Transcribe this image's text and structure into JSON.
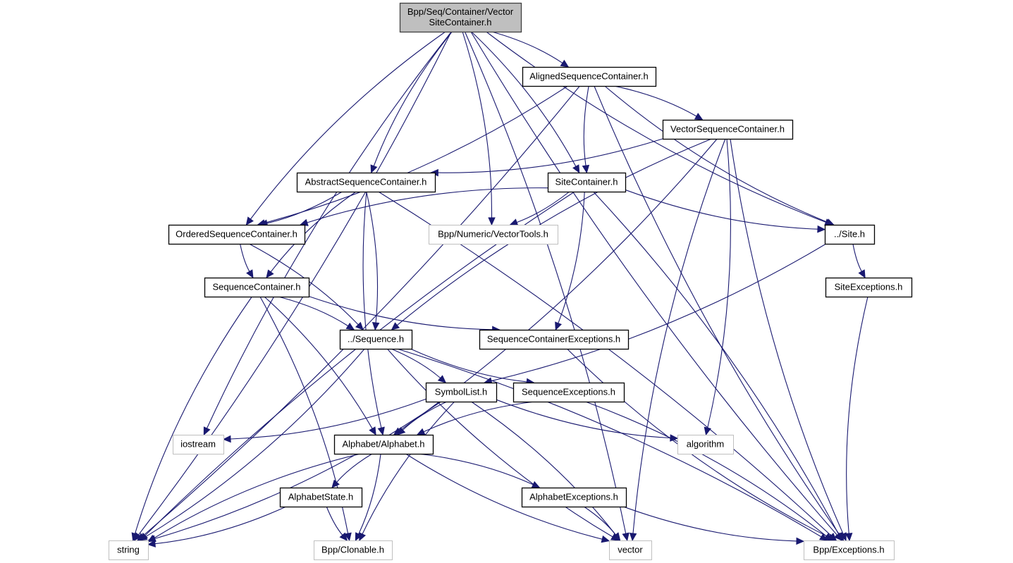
{
  "title": "Include dependency graph for Bpp/Seq/Container/VectorSiteContainer.h",
  "colors": {
    "edge": "#191970",
    "root_fill": "#bfbfbf",
    "root_border": "#404040",
    "internal_border": "#000000",
    "external_border": "#bfbfbf",
    "fill": "#ffffff"
  },
  "nodes": [
    {
      "id": "root",
      "lines": [
        "Bpp/Seq/Container/Vector",
        "SiteContainer.h"
      ],
      "kind": "root"
    },
    {
      "id": "aligned",
      "lines": [
        "AlignedSequenceContainer.h"
      ],
      "kind": "internal"
    },
    {
      "id": "vecseq",
      "lines": [
        "VectorSequenceContainer.h"
      ],
      "kind": "internal"
    },
    {
      "id": "abstract",
      "lines": [
        "AbstractSequenceContainer.h"
      ],
      "kind": "internal"
    },
    {
      "id": "sitecont",
      "lines": [
        "SiteContainer.h"
      ],
      "kind": "internal"
    },
    {
      "id": "ordered",
      "lines": [
        "OrderedSequenceContainer.h"
      ],
      "kind": "internal"
    },
    {
      "id": "vectools",
      "lines": [
        "Bpp/Numeric/VectorTools.h"
      ],
      "kind": "external"
    },
    {
      "id": "site",
      "lines": [
        "../Site.h"
      ],
      "kind": "internal"
    },
    {
      "id": "seqcont",
      "lines": [
        "SequenceContainer.h"
      ],
      "kind": "internal"
    },
    {
      "id": "siteexc",
      "lines": [
        "SiteExceptions.h"
      ],
      "kind": "internal"
    },
    {
      "id": "sequence",
      "lines": [
        "../Sequence.h"
      ],
      "kind": "internal"
    },
    {
      "id": "seqcontexc",
      "lines": [
        "SequenceContainerExceptions.h"
      ],
      "kind": "internal"
    },
    {
      "id": "symbollist",
      "lines": [
        "SymbolList.h"
      ],
      "kind": "internal"
    },
    {
      "id": "seqexc",
      "lines": [
        "SequenceExceptions.h"
      ],
      "kind": "internal"
    },
    {
      "id": "iostream",
      "lines": [
        "iostream"
      ],
      "kind": "external"
    },
    {
      "id": "alphabet",
      "lines": [
        "Alphabet/Alphabet.h"
      ],
      "kind": "internal"
    },
    {
      "id": "algorithm",
      "lines": [
        "algorithm"
      ],
      "kind": "external"
    },
    {
      "id": "alphstate",
      "lines": [
        "AlphabetState.h"
      ],
      "kind": "internal"
    },
    {
      "id": "alphexc",
      "lines": [
        "AlphabetExceptions.h"
      ],
      "kind": "internal"
    },
    {
      "id": "string",
      "lines": [
        "string"
      ],
      "kind": "external"
    },
    {
      "id": "clonable",
      "lines": [
        "Bpp/Clonable.h"
      ],
      "kind": "external"
    },
    {
      "id": "vector",
      "lines": [
        "vector"
      ],
      "kind": "external"
    },
    {
      "id": "exceptions",
      "lines": [
        "Bpp/Exceptions.h"
      ],
      "kind": "external"
    }
  ],
  "edges": [
    [
      "root",
      "aligned"
    ],
    [
      "root",
      "abstract"
    ],
    [
      "root",
      "sitecont"
    ],
    [
      "root",
      "ordered"
    ],
    [
      "root",
      "vectools"
    ],
    [
      "root",
      "site"
    ],
    [
      "root",
      "string"
    ],
    [
      "root",
      "iostream"
    ],
    [
      "root",
      "vector"
    ],
    [
      "root",
      "exceptions"
    ],
    [
      "aligned",
      "vecseq"
    ],
    [
      "aligned",
      "sitecont"
    ],
    [
      "aligned",
      "ordered"
    ],
    [
      "aligned",
      "site"
    ],
    [
      "aligned",
      "string"
    ],
    [
      "aligned",
      "exceptions"
    ],
    [
      "vecseq",
      "abstract"
    ],
    [
      "vecseq",
      "sequence"
    ],
    [
      "vecseq",
      "alphabet"
    ],
    [
      "vecseq",
      "vector"
    ],
    [
      "vecseq",
      "algorithm"
    ],
    [
      "vecseq",
      "exceptions"
    ],
    [
      "abstract",
      "ordered"
    ],
    [
      "abstract",
      "seqcont"
    ],
    [
      "abstract",
      "sequence"
    ],
    [
      "abstract",
      "alphabet"
    ],
    [
      "abstract",
      "exceptions"
    ],
    [
      "sitecont",
      "ordered"
    ],
    [
      "sitecont",
      "vectools"
    ],
    [
      "sitecont",
      "site"
    ],
    [
      "sitecont",
      "seqcontexc"
    ],
    [
      "sitecont",
      "string"
    ],
    [
      "sitecont",
      "exceptions"
    ],
    [
      "ordered",
      "seqcont"
    ],
    [
      "ordered",
      "sequence"
    ],
    [
      "site",
      "siteexc"
    ],
    [
      "site",
      "symbollist"
    ],
    [
      "siteexc",
      "exceptions"
    ],
    [
      "seqcont",
      "sequence"
    ],
    [
      "seqcont",
      "seqcontexc"
    ],
    [
      "seqcont",
      "alphabet"
    ],
    [
      "seqcont",
      "string"
    ],
    [
      "seqcont",
      "clonable"
    ],
    [
      "seqcontexc",
      "exceptions"
    ],
    [
      "sequence",
      "symbollist"
    ],
    [
      "sequence",
      "seqexc"
    ],
    [
      "sequence",
      "string"
    ],
    [
      "sequence",
      "vector"
    ],
    [
      "sequence",
      "exceptions"
    ],
    [
      "symbollist",
      "alphabet"
    ],
    [
      "symbollist",
      "iostream"
    ],
    [
      "symbollist",
      "algorithm"
    ],
    [
      "symbollist",
      "string"
    ],
    [
      "symbollist",
      "clonable"
    ],
    [
      "symbollist",
      "vector"
    ],
    [
      "seqexc",
      "alphabet"
    ],
    [
      "seqexc",
      "exceptions"
    ],
    [
      "alphabet",
      "alphstate"
    ],
    [
      "alphabet",
      "alphexc"
    ],
    [
      "alphabet",
      "string"
    ],
    [
      "alphabet",
      "clonable"
    ],
    [
      "alphabet",
      "vector"
    ],
    [
      "alphstate",
      "string"
    ],
    [
      "alphstate",
      "clonable"
    ],
    [
      "alphexc",
      "vector"
    ],
    [
      "alphexc",
      "exceptions"
    ]
  ]
}
